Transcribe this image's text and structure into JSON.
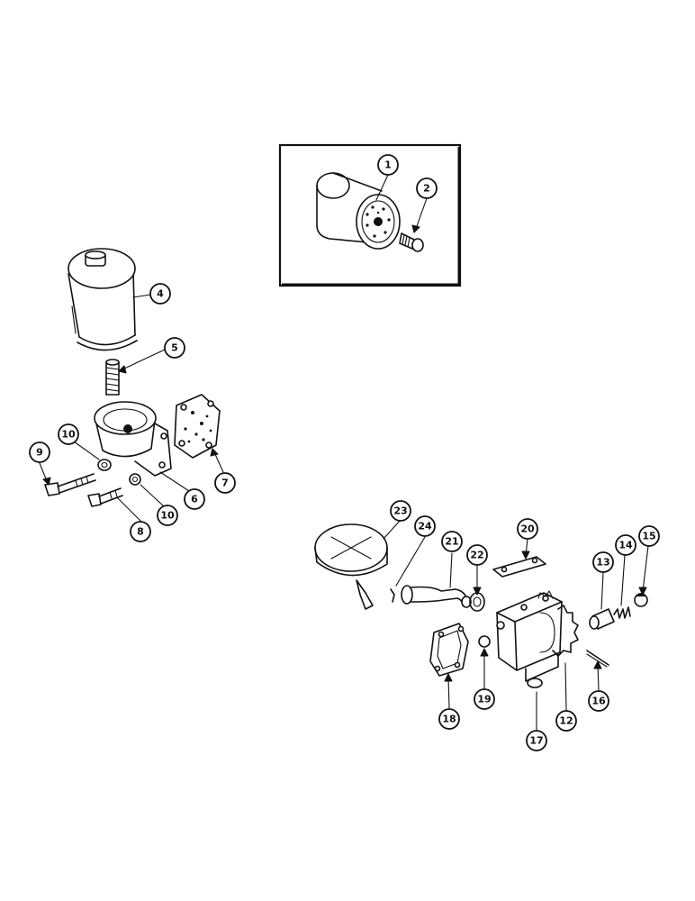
{
  "diagram": {
    "inset_callouts": [
      "1",
      "2"
    ],
    "callouts": [
      "4",
      "5",
      "6",
      "7",
      "8",
      "9",
      "10",
      "10",
      "12",
      "13",
      "14",
      "15",
      "16",
      "17",
      "18",
      "19",
      "20",
      "21",
      "22",
      "23",
      "24"
    ]
  }
}
